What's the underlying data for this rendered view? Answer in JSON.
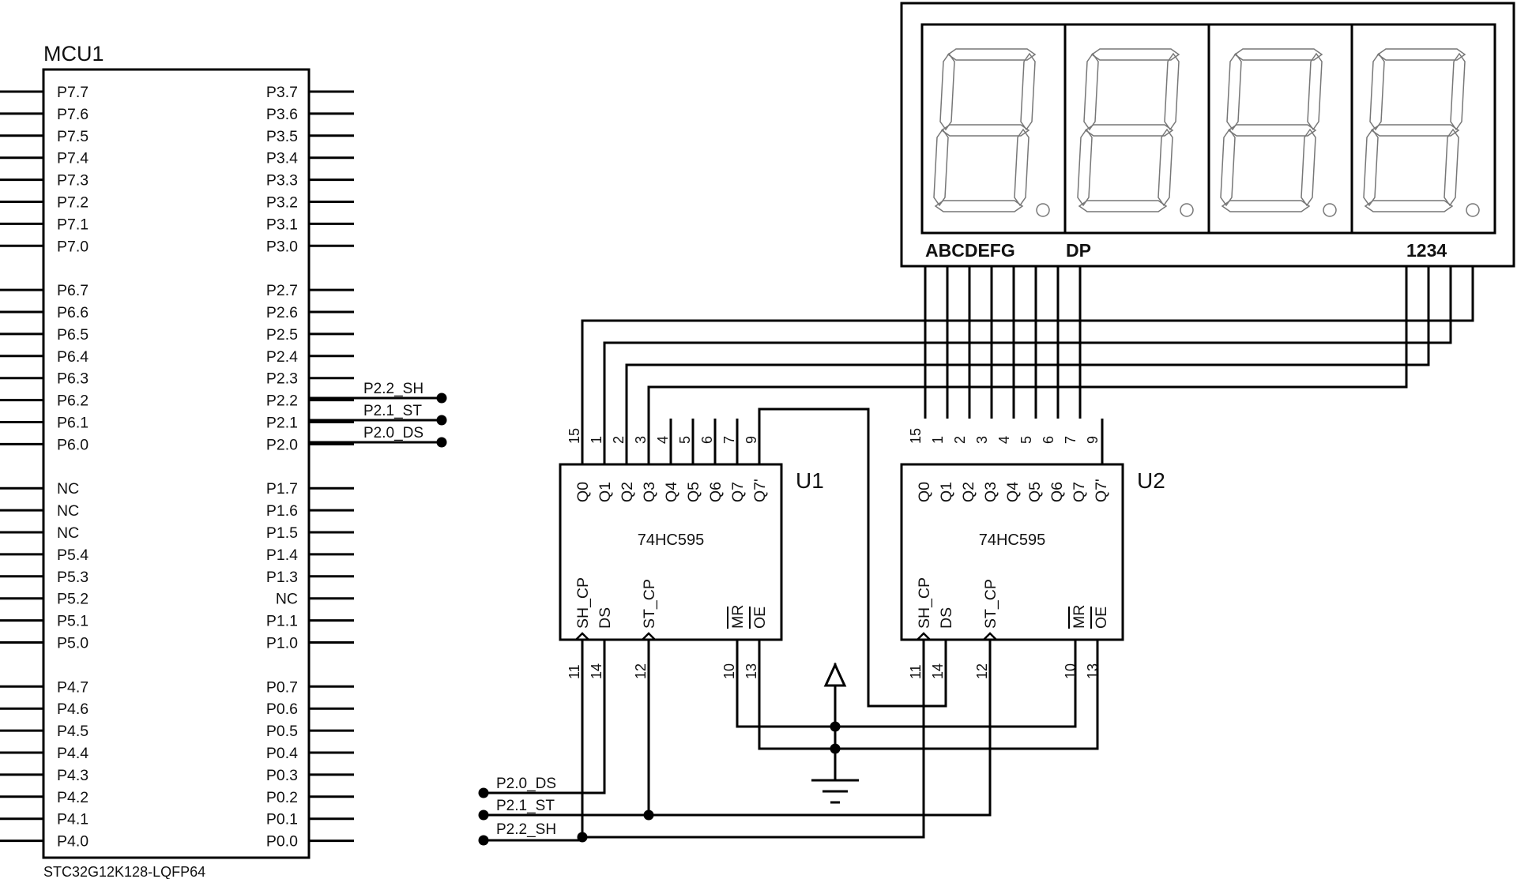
{
  "mcu": {
    "title": "MCU1",
    "part": "STC32G12K128-LQFP64",
    "left_pins": [
      "P7.7",
      "P7.6",
      "P7.5",
      "P7.4",
      "P7.3",
      "P7.2",
      "P7.1",
      "P7.0",
      "",
      "P6.7",
      "P6.6",
      "P6.5",
      "P6.4",
      "P6.3",
      "P6.2",
      "P6.1",
      "P6.0",
      "",
      "NC",
      "NC",
      "NC",
      "P5.4",
      "P5.3",
      "P5.2",
      "P5.1",
      "P5.0",
      "",
      "P4.7",
      "P4.6",
      "P4.5",
      "P4.4",
      "P4.3",
      "P4.2",
      "P4.1",
      "P4.0"
    ],
    "right_pins": [
      "P3.7",
      "P3.6",
      "P3.5",
      "P3.4",
      "P3.3",
      "P3.2",
      "P3.1",
      "P3.0",
      "",
      "P2.7",
      "P2.6",
      "P2.5",
      "P2.4",
      "P2.3",
      "P2.2",
      "P2.1",
      "P2.0",
      "",
      "P1.7",
      "P1.6",
      "P1.5",
      "P1.4",
      "P1.3",
      "NC",
      "P1.1",
      "P1.0",
      "",
      "P0.7",
      "P0.6",
      "P0.5",
      "P0.4",
      "P0.3",
      "P0.2",
      "P0.1",
      "P0.0"
    ]
  },
  "mcu_nets": [
    "P2.2_SH",
    "P2.1_ST",
    "P2.0_DS"
  ],
  "chips": [
    {
      "ref": "U1",
      "part": "74HC595",
      "top_pin_names": [
        "Q0",
        "Q1",
        "Q2",
        "Q3",
        "Q4",
        "Q5",
        "Q6",
        "Q7",
        "Q7'"
      ],
      "top_pin_numbers": [
        "15",
        "1",
        "2",
        "3",
        "4",
        "5",
        "6",
        "7",
        "9"
      ],
      "bottom_pin_names": [
        "SH_CP",
        "DS",
        "ST_CP",
        "MR",
        "OE"
      ],
      "bottom_pin_numbers": [
        "11",
        "14",
        "12",
        "10",
        "13"
      ]
    },
    {
      "ref": "U2",
      "part": "74HC595",
      "top_pin_names": [
        "Q0",
        "Q1",
        "Q2",
        "Q3",
        "Q4",
        "Q5",
        "Q6",
        "Q7",
        "Q7'"
      ],
      "top_pin_numbers": [
        "15",
        "1",
        "2",
        "3",
        "4",
        "5",
        "6",
        "7",
        "9"
      ],
      "bottom_pin_names": [
        "SH_CP",
        "DS",
        "ST_CP",
        "MR",
        "OE"
      ],
      "bottom_pin_numbers": [
        "11",
        "14",
        "12",
        "10",
        "13"
      ]
    }
  ],
  "display": {
    "segment_labels": "ABCDEFG",
    "dp_label": "DP",
    "digit_labels": "1234",
    "digit_count": 4
  },
  "bottom_nets": [
    "P2.0_DS",
    "P2.1_ST",
    "P2.2_SH"
  ]
}
